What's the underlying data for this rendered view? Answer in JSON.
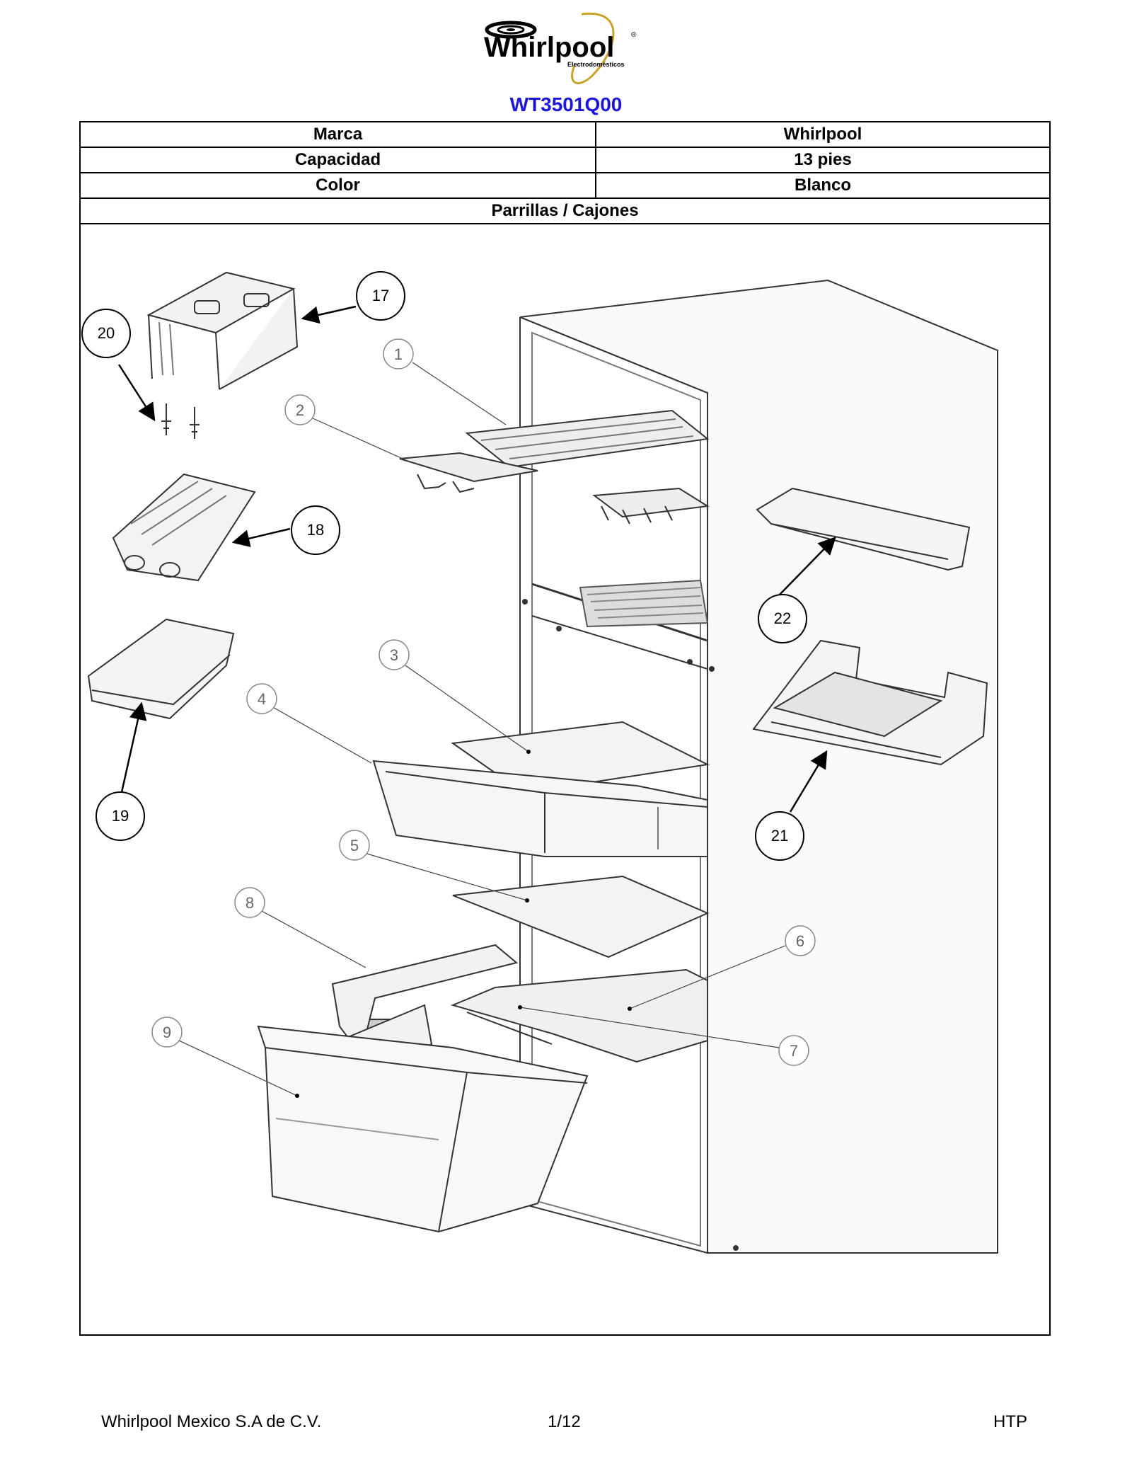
{
  "brand_logo": {
    "text": "Whirlpool",
    "subtext": "Electrodomésticos",
    "registered": "®"
  },
  "model": "WT3501Q00",
  "specs": [
    {
      "label": "Marca",
      "value": "Whirlpool"
    },
    {
      "label": "Capacidad",
      "value": "13 pies"
    },
    {
      "label": "Color",
      "value": "Blanco"
    }
  ],
  "section_title": "Parrillas / Cajones",
  "callouts": {
    "c17": "17",
    "c18": "18",
    "c19": "19",
    "c20": "20",
    "c21": "21",
    "c22": "22",
    "p1": "1",
    "p2": "2",
    "p3": "3",
    "p4": "4",
    "p5": "5",
    "p6": "6",
    "p7": "7",
    "p8": "8",
    "p9": "9"
  },
  "footer": {
    "left": "Whirlpool Mexico S.A de C.V.",
    "center": "1/12",
    "right": "HTP"
  },
  "colors": {
    "model": "#1c16d8",
    "logo_gold": "#c9a227"
  }
}
